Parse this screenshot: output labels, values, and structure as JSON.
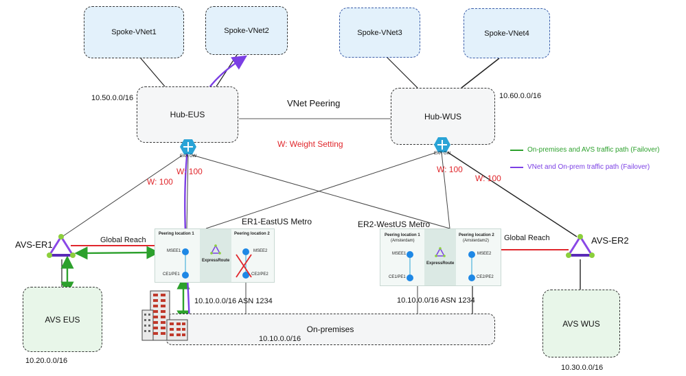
{
  "spokes": [
    "Spoke-VNet1",
    "Spoke-VNet2",
    "Spoke-VNet3",
    "Spoke-VNet4"
  ],
  "hubs": {
    "eus": "Hub-EUS",
    "wus": "Hub-WUS"
  },
  "cidrs": {
    "hub_eus": "10.50.0.0/16",
    "hub_wus": "10.60.0.0/16",
    "avs_eus": "10.20.0.0/16",
    "avs_wus": "10.30.0.0/16",
    "er1_asn": "10.10.0.0/16 ASN 1234",
    "er2_asn": "10.10.0.0/16 ASN 1234",
    "onprem": "10.10.0.0/16"
  },
  "labels": {
    "vnet_peering": "VNet Peering",
    "weight_setting": "W: Weight Setting",
    "w_eus_gw": "W: 100",
    "w_avs_er1": "W: 100",
    "w_wus_gw": "W: 100",
    "w_avs_er2": "W: 100",
    "exr_gw": "EXR GW",
    "global_reach": "Global Reach",
    "er1_metro": "ER1-EastUS Metro",
    "er2_metro": "ER2-WestUS Metro",
    "avs_er1": "AVS-ER1",
    "avs_er2": "AVS-ER2",
    "avs_eus": "AVS EUS",
    "avs_wus": "AVS WUS",
    "onprem": "On-premises"
  },
  "legend": [
    {
      "text": "On-premises and AVS traffic path (Failover)",
      "color": "#2ca02c"
    },
    {
      "text": "VNet and On-prem traffic path (Failover)",
      "color": "#7b3fe4"
    }
  ],
  "er1_card": {
    "loc1_title": "Peering location 1",
    "loc2_title": "Peering location 2",
    "expressroute": "ExpressRoute",
    "msee1": "MSEE1",
    "msee2": "MSEE2",
    "ce1": "CE1/PE1",
    "ce2": "CE2/PE2"
  },
  "er2_card": {
    "loc1_title": "Peering location 1",
    "loc1_sub": "(Amsterdam)",
    "loc2_title": "Peering location 2",
    "loc2_sub": "(Amsterdam2)",
    "expressroute": "ExpressRoute",
    "msee1": "MSEE1",
    "msee2": "MSEE2",
    "ce1": "CE1/PE1",
    "ce2": "CE2/PE2"
  },
  "colors": {
    "green_path": "#2ca02c",
    "purple_path": "#7b3fe4",
    "red_link": "#e0262b",
    "gateway": "#29a3d6"
  }
}
